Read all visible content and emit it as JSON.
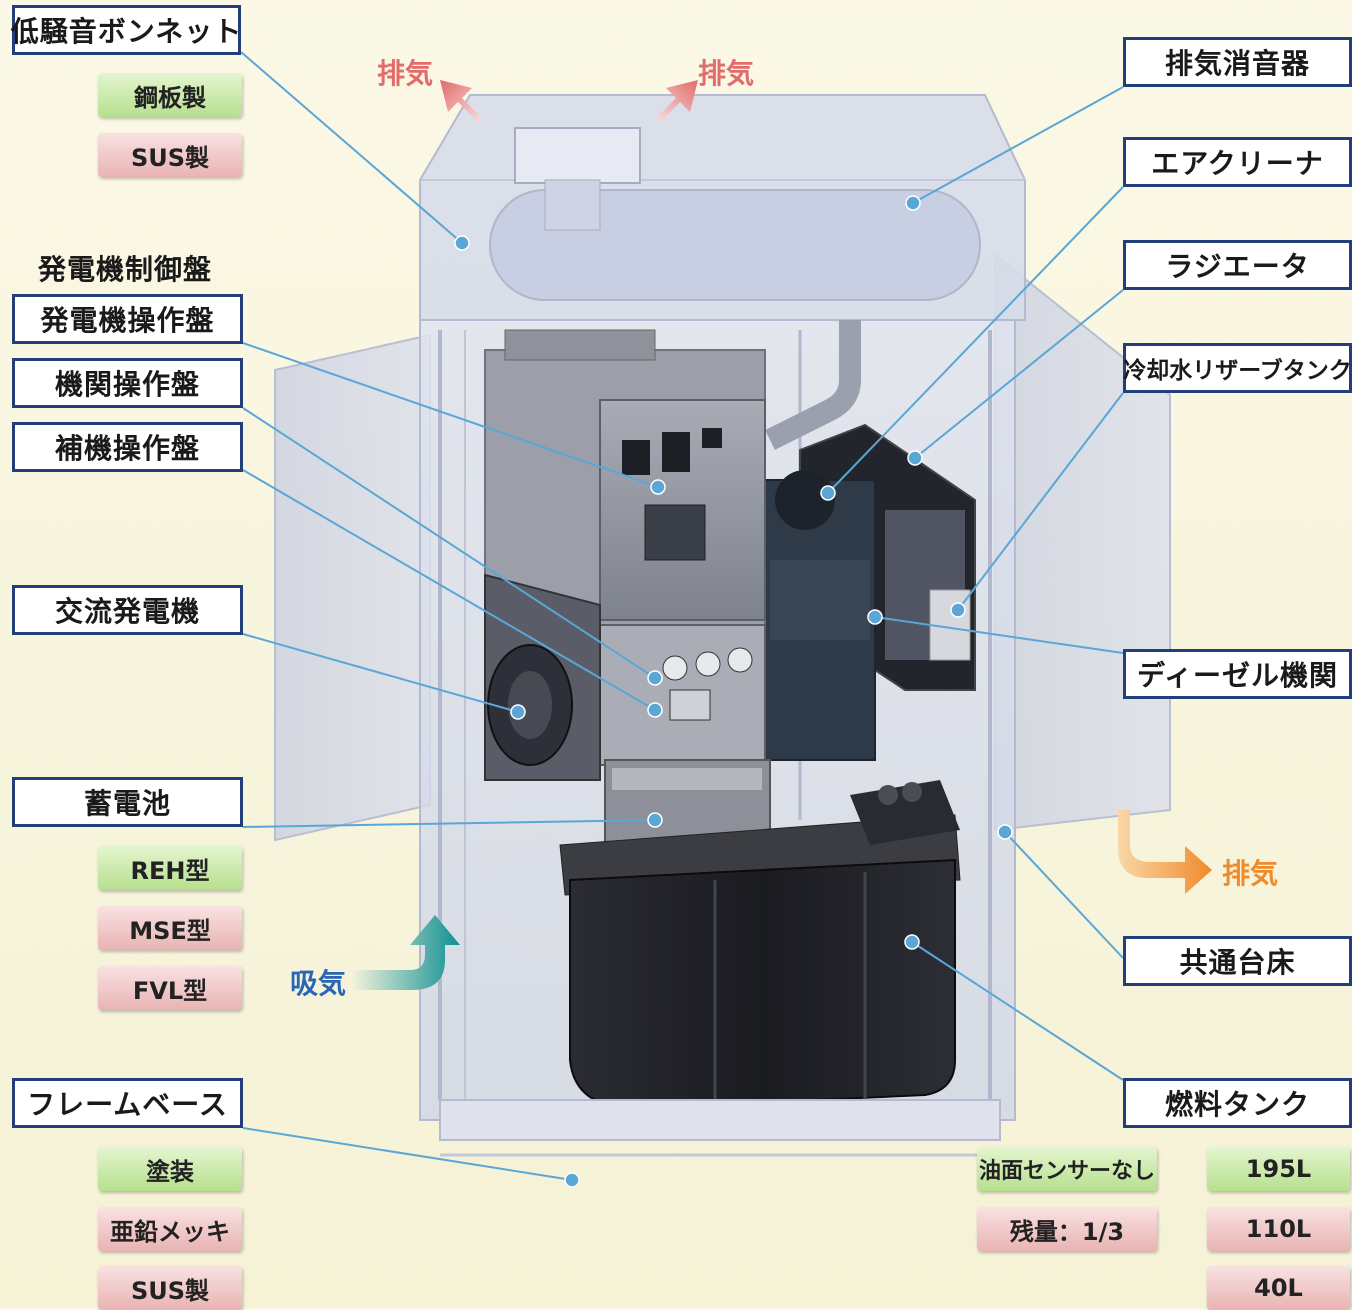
{
  "labels": {
    "low_noise_bonnet": "低騒音ボンネット",
    "gen_control_panel_heading": "発電機制御盤",
    "gen_operation_panel": "発電機操作盤",
    "engine_operation_panel": "機関操作盤",
    "aux_operation_panel": "補機操作盤",
    "ac_generator": "交流発電機",
    "battery": "蓄電池",
    "frame_base": "フレームベース",
    "exhaust_muffler": "排気消音器",
    "air_cleaner": "エアクリーナ",
    "radiator": "ラジエータ",
    "coolant_reserve_tank": "冷却水リザーブタンク",
    "diesel_engine": "ディーゼル機関",
    "common_base": "共通台床",
    "fuel_tank": "燃料タンク"
  },
  "options": {
    "bonnet": [
      "鋼板製",
      "SUS製"
    ],
    "battery": [
      "REH型",
      "MSE型",
      "FVL型"
    ],
    "frame_base": [
      "塗装",
      "亜鉛メッキ",
      "SUS製"
    ],
    "fuel_sensor": [
      "油面センサーなし",
      "残量：1/3"
    ],
    "fuel_capacity": [
      "195L",
      "110L",
      "40L"
    ]
  },
  "flows": {
    "exhaust_left": "排気",
    "exhaust_right": "排気",
    "exhaust_side": "排気",
    "intake": "吸気"
  },
  "colors": {
    "label_border": "#223f7c",
    "leader_line": "#5aa6d6",
    "option_green": "#b6e08e",
    "option_pink": "#e9b3b3",
    "exhaust_red": "#e26b6b",
    "exhaust_orange": "#f08a2a",
    "intake_teal": "#1aa39a",
    "fuel_tank": "#1e1f24"
  }
}
